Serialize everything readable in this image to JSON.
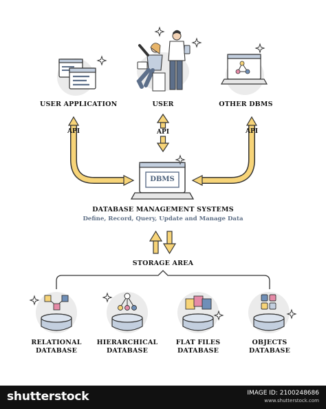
{
  "sources": {
    "user_application": "USER APPLICATION",
    "user": "USER",
    "other_dbms": "OTHER DBMS"
  },
  "api_label": "API",
  "dbms": {
    "screen_text": "DBMS",
    "title": "DATABASE MANAGEMENT SYSTEMS",
    "subtitle": "Define, Record, Query, Update and Manage Data"
  },
  "storage_area": "STORAGE AREA",
  "databases": {
    "relational": "RELATIONAL DATABASE",
    "hierarchical": "HIERARCHICAL DATABASE",
    "flat_files": "FLAT FILES DATABASE",
    "objects": "OBJECTS DATABASE"
  },
  "footer": {
    "brand": "shutterstock",
    "image_id": "IMAGE ID: 2100248686",
    "site": "www.shutterstock.com"
  },
  "colors": {
    "arrow_fill": "#f7d478",
    "arrow_stroke": "#333333",
    "circle_bg": "#ebebeb",
    "accent_blue": "#5d6f8a",
    "db_blue": "#c3cfdf"
  }
}
